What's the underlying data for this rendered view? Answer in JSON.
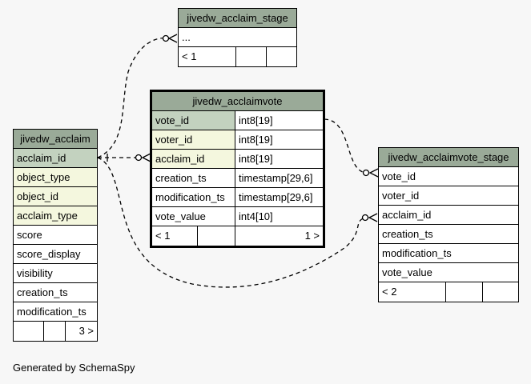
{
  "stage": {
    "title": "jivedw_acclaim_stage",
    "columns": [
      "..."
    ],
    "footer": [
      "< 1",
      "",
      ""
    ]
  },
  "vote": {
    "title": "jivedw_acclaimvote",
    "columns": [
      {
        "name": "vote_id",
        "type": "int8[19]"
      },
      {
        "name": "voter_id",
        "type": "int8[19]"
      },
      {
        "name": "acclaim_id",
        "type": "int8[19]"
      },
      {
        "name": "creation_ts",
        "type": "timestamp[29,6]"
      },
      {
        "name": "modification_ts",
        "type": "timestamp[29,6]"
      },
      {
        "name": "vote_value",
        "type": "int4[10]"
      }
    ],
    "footer": [
      "< 1",
      "",
      "1 >"
    ]
  },
  "acclaim": {
    "title": "jivedw_acclaim",
    "columns": [
      "acclaim_id",
      "object_type",
      "object_id",
      "acclaim_type",
      "score",
      "score_display",
      "visibility",
      "creation_ts",
      "modification_ts"
    ],
    "footer": [
      "",
      "",
      "3 >"
    ]
  },
  "vote_stage": {
    "title": "jivedw_acclaimvote_stage",
    "columns": [
      "vote_id",
      "voter_id",
      "acclaim_id",
      "creation_ts",
      "modification_ts",
      "vote_value"
    ],
    "footer": [
      "< 2",
      "",
      ""
    ]
  },
  "footer_text": "Generated by SchemaSpy"
}
